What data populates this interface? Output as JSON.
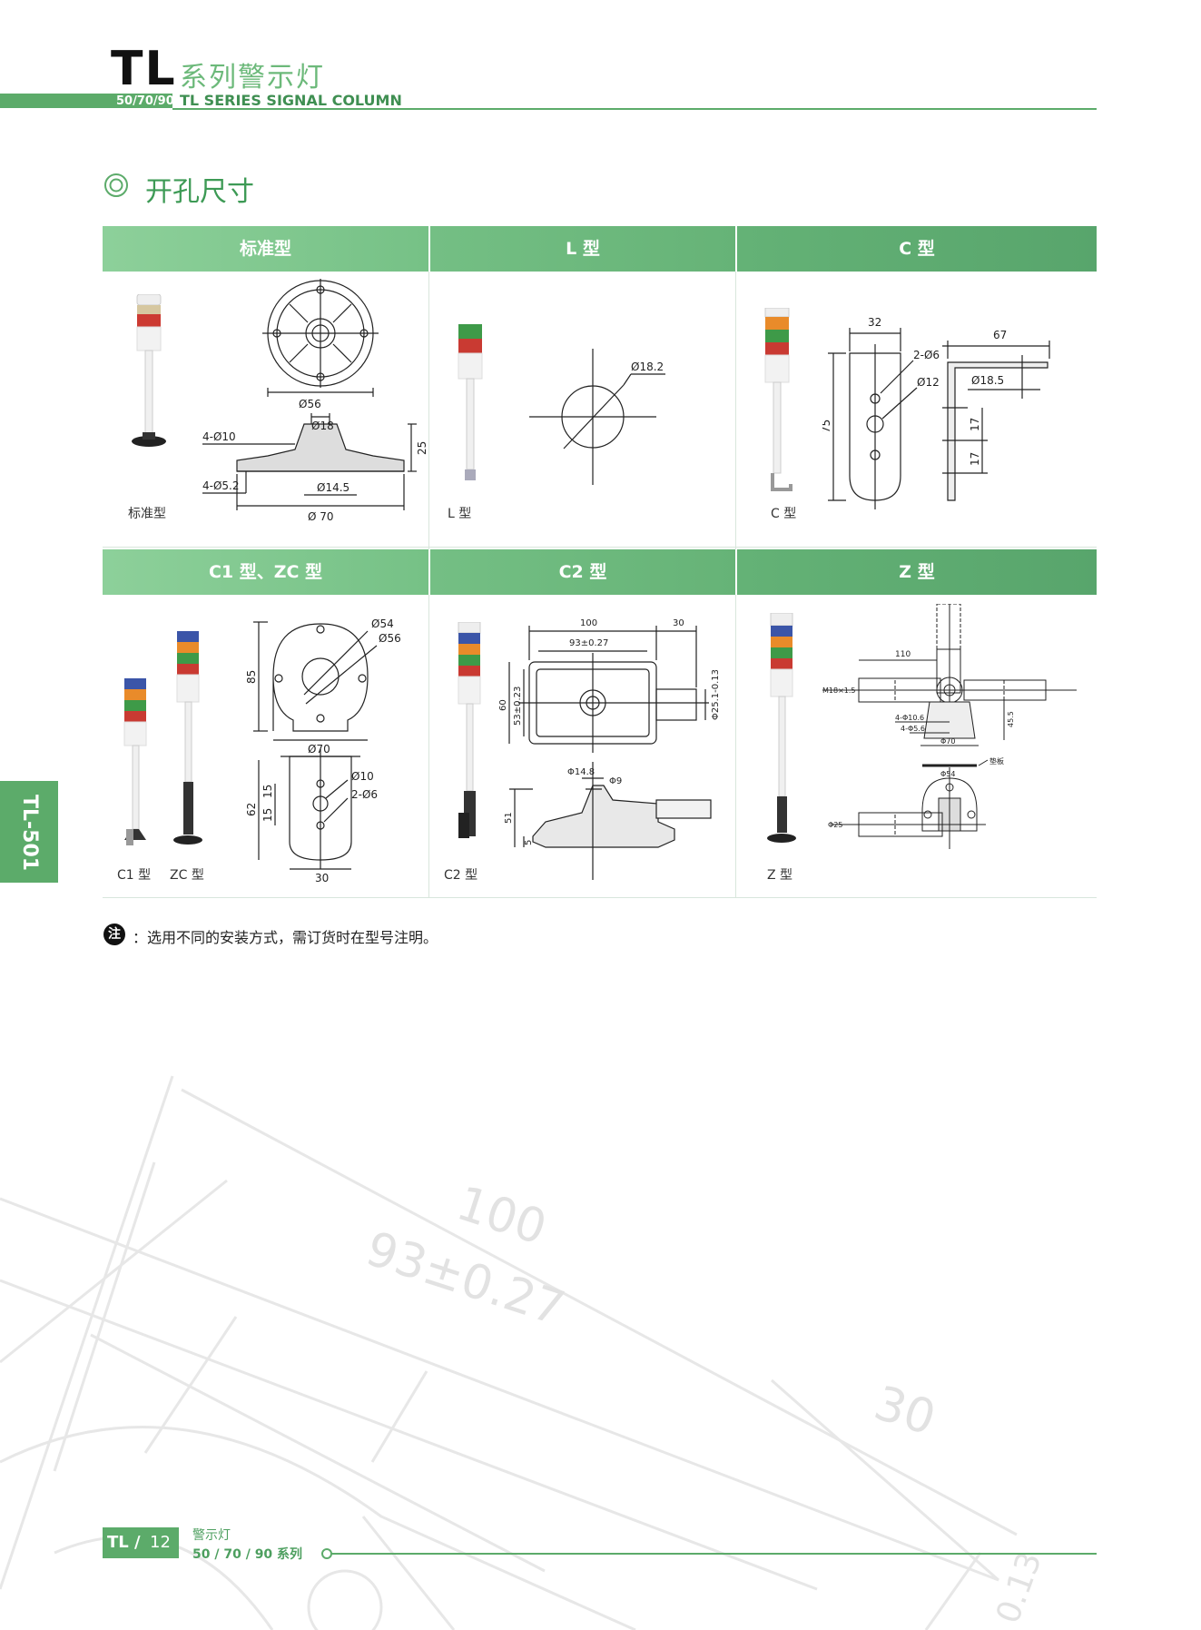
{
  "header": {
    "brand": "TL",
    "brand_cn": "系列警示灯",
    "series_num": "50/70/90",
    "series_en": "TL SERIES SIGNAL COLUMN"
  },
  "section": {
    "title": "开孔尺寸"
  },
  "table": {
    "headers_row1": [
      "标准型",
      "L 型",
      "C 型"
    ],
    "headers_row2": [
      "C1 型、ZC 型",
      "C2 型",
      "Z 型"
    ],
    "captions": {
      "standard": "标准型",
      "l": "L 型",
      "c": "C 型",
      "c1": "C1 型",
      "zc": "ZC 型",
      "c2": "C2 型",
      "z": "Z 型"
    },
    "dims": {
      "standard": {
        "d56": "Ø56",
        "d18": "Ø18",
        "h4d10": "4-Ø10",
        "h4d52": "4-Ø5.2",
        "d145": "Ø14.5",
        "d70": "Ø 70",
        "h25": "25"
      },
      "l": {
        "d182": "Ø18.2"
      },
      "c": {
        "w32": "32",
        "n2d6": "2-Ø6",
        "d12": "Ø12",
        "h75": "75",
        "w67": "67",
        "d185": "Ø18.5",
        "h17a": "17",
        "h17b": "17"
      },
      "c1": {
        "d54": "Ø54",
        "d56": "Ø56",
        "h85": "85",
        "d70": "Ø70",
        "h62": "62",
        "h15a": "15",
        "h15b": "15",
        "d10": "Ø10",
        "n2d6": "2-Ø6",
        "w30": "30"
      },
      "c2": {
        "w100": "100",
        "w30": "30",
        "w93": "93±0.27",
        "h60": "60",
        "h53": "53±0.23",
        "d25": "Φ25.1-0.13",
        "d148": "Φ14.8",
        "d9": "Φ9",
        "h51": "51",
        "h5": "5"
      },
      "z": {
        "w110": "110",
        "m18": "M18×1.5",
        "h4d106": "4-Φ10.6",
        "h4d56": "4-Φ5.6",
        "d70": "Φ70",
        "d45": "45.5",
        "plate": "垫板",
        "d54": "Φ54",
        "d25": "Φ25"
      }
    }
  },
  "note": {
    "icon": "注",
    "text": "：选用不同的安装方式，需订货时在型号注明。"
  },
  "side_tab": "TL-501",
  "watermark": {
    "w100": "100",
    "w93": "93±0.27",
    "w30": "30",
    "w013": "0.13"
  },
  "footer": {
    "brand": "TL /",
    "page": "12",
    "cn": "警示灯",
    "series": "50 / 70 / 90 系列"
  },
  "colors": {
    "green": "#5cab6a",
    "header_grad_start": "#8fd19a",
    "header_grad_end": "#5aa66e"
  }
}
